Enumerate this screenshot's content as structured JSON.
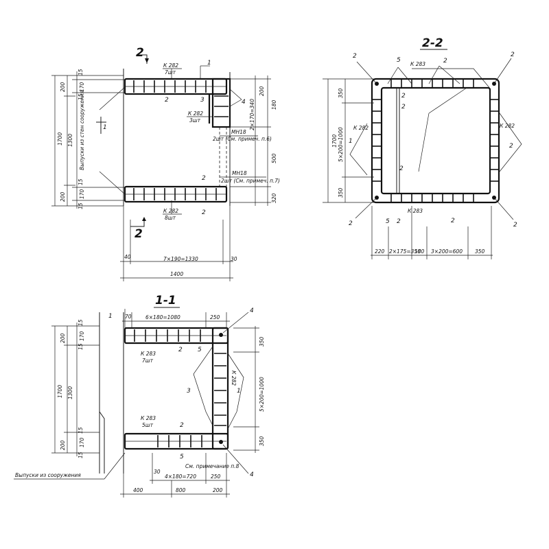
{
  "plan": {
    "section_mark_top": "2",
    "section_mark_bottom": "2",
    "k282_top": "К 282",
    "k282_top_qty": "7шт",
    "k282_right": "К 282",
    "k282_right_qty": "3шт",
    "k282_bottom": "К 282",
    "k282_bottom_qty": "8шт",
    "mn18_mid": "МН18",
    "mn18_mid_note": "2шт (См. примеч. п.6)",
    "mn18_low": "МН18",
    "mn18_low_note": "2шт (См. примеч. п.7)",
    "vypuski_label": "Выпуски из стен сооружения",
    "pos_1": "1",
    "pos_2a": "2",
    "pos_2b": "2",
    "pos_2c": "2",
    "pos_3": "3",
    "pos_4": "4",
    "dim_left_total": "1700",
    "dim_left_mid": "1300",
    "dim_left_top": "200",
    "dim_left_bot": "200",
    "dim_left_170a": "170",
    "dim_left_170b": "170",
    "dim_left_15a": "15",
    "dim_left_15b": "15",
    "dim_left_15c": "15",
    "dim_left_15d": "15",
    "dim_right_200": "200",
    "dim_right_180": "180",
    "dim_right_500": "500",
    "dim_right_320": "320",
    "dim_right_note": "2×170=340",
    "dim_b_40": "40",
    "dim_b_span": "7×190=1330",
    "dim_b_30": "30",
    "dim_b_total": "1400",
    "axis_1": "1"
  },
  "s22": {
    "title": "2-2",
    "k283_top": "К 283",
    "k283_bottom": "К 283",
    "k282_left": "К 282",
    "k282_right": "К 282",
    "pos_5a": "5",
    "pos_2top": "2",
    "pos_2a": "2",
    "pos_2b": "2",
    "pos_2c": "2",
    "pos_2tl": "2",
    "pos_2tr": "2",
    "pos_2bl": "2",
    "pos_2br": "2",
    "pos_2bot": "2",
    "pos_1": "1",
    "pos_2right": "2",
    "pos_5b": "5",
    "pos_2left": "2",
    "dim_v_total": "1700",
    "dim_v_350a": "350",
    "dim_v_mid": "5×200=1000",
    "dim_v_350b": "350",
    "dim_b_220": "220",
    "dim_b_2x": "2×175=350",
    "dim_b_180": "180",
    "dim_b_3x": "3×200=600",
    "dim_b_350": "350"
  },
  "s11": {
    "title": "1-1",
    "dim_top_70": "70",
    "dim_top_span": "6×180=1080",
    "dim_top_250": "250",
    "k283_top": "К 283",
    "k283_top_qty": "7шт",
    "k283_bot": "К 283",
    "k283_bot_qty": "5шт",
    "k282": "К 282",
    "pos_1top": "1",
    "pos_2a": "2",
    "pos_5a": "5",
    "pos_4a": "4",
    "pos_3": "3",
    "pos_1": "1",
    "pos_2b": "2",
    "pos_5b": "5",
    "pos_4b": "4",
    "note": "См. примечание п.8",
    "dim_l_total": "1700",
    "dim_l_mid": "1300",
    "dim_l_200a": "200",
    "dim_l_200b": "200",
    "dim_l_170a": "170",
    "dim_l_170b": "170",
    "dim_l_15a": "15",
    "dim_l_15b": "15",
    "dim_l_15c": "15",
    "dim_l_15d": "15",
    "dim_r_350a": "350",
    "dim_r_mid": "5×200=1000",
    "dim_r_350b": "350",
    "dim_b_30": "30",
    "dim_b_span": "4×180=720",
    "dim_b_250": "250",
    "dim_b_400": "400",
    "dim_b_800": "800",
    "dim_b_200": "200",
    "vypuski": "Выпуски из сооружения"
  }
}
